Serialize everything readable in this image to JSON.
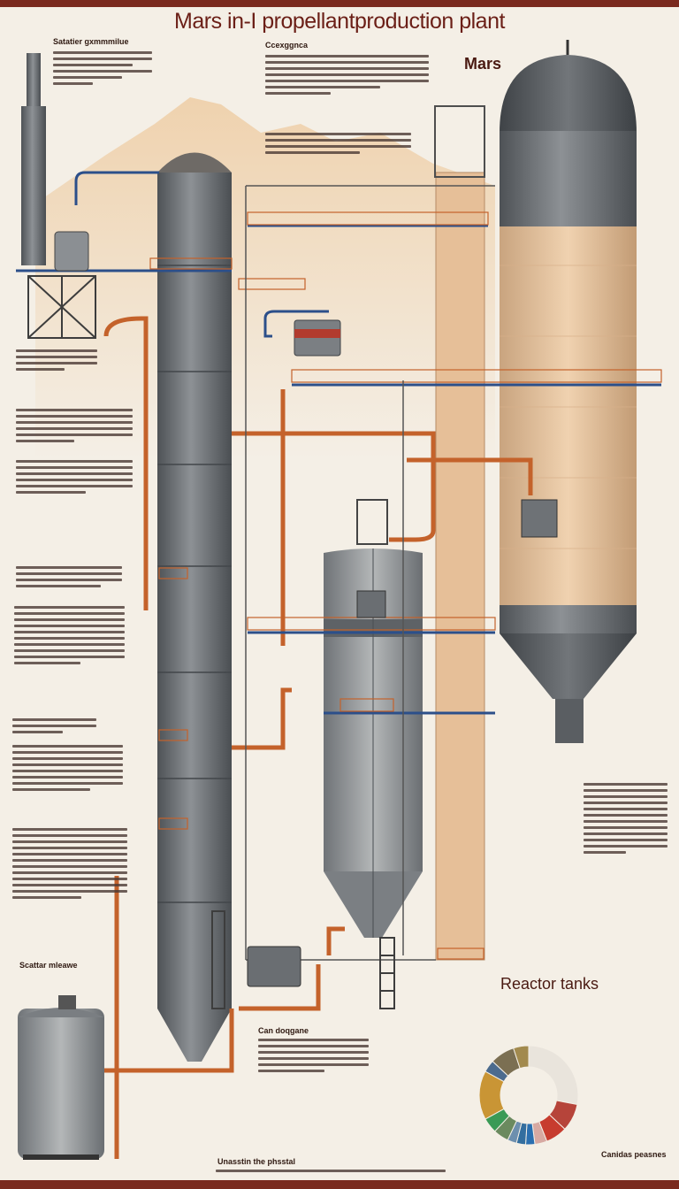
{
  "title": "Mars in-I propellantproduction plant",
  "labels": {
    "mars": "Mars",
    "reactor_tanks": "Reactor tanks",
    "top_left_heading": "Satatier gxmmmilue",
    "top_mid_heading": "Ccexggnca",
    "scatter_label": "Scattar mleawe",
    "can_label": "Can doqgane",
    "bottom_label": "Unasstin the phsstal",
    "bottom_right_label": "Canidas peasnes"
  },
  "colors": {
    "background": "#f4efe6",
    "accent": "#7a2a1e",
    "pipe": "#c4622b",
    "rail_blue": "#2c4f8a",
    "steel_dark": "#5b5f62",
    "steel_mid": "#8c9093",
    "tank_sand": "#e6bf98",
    "mountain": "#e9c9a1"
  },
  "icons": [
    "tower-column",
    "reactor-tank",
    "storage-silo",
    "pump-unit",
    "pie-chart"
  ],
  "chart_data": {
    "type": "pie",
    "values": [
      28,
      9,
      7,
      4,
      3,
      3,
      3,
      5,
      5,
      16,
      4,
      8,
      5
    ],
    "colors": [
      "#e9e4dc",
      "#b6443a",
      "#c73c2f",
      "#d7a9a2",
      "#2a6fb0",
      "#336e9f",
      "#6d8fae",
      "#6b8a5f",
      "#3a9a56",
      "#c99535",
      "#4c6b8e",
      "#7b6f52",
      "#a28a4e"
    ]
  }
}
